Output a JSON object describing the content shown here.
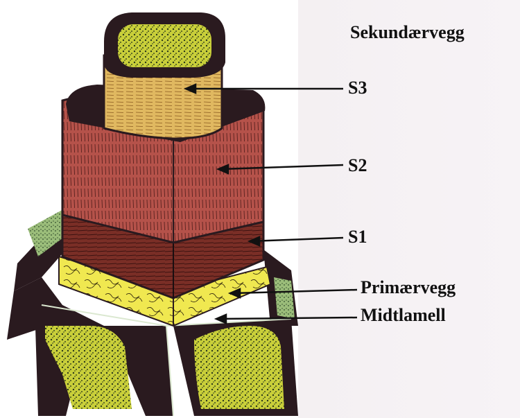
{
  "title": "Sekundærvegg",
  "labels": {
    "s3": "S3",
    "s2": "S2",
    "s1": "S1",
    "primary_wall": "Primærvegg",
    "middle_lamella": "Midtlamell"
  },
  "colors": {
    "cell_wall_dark": "#2a1a1f",
    "lumen_green": "#c9cf3a",
    "s3_tan": "#e0b860",
    "s2_red": "#b5524a",
    "s1_brown": "#7a2e26",
    "primary_yellow": "#f0e850",
    "middle_lamella_green": "#9bbd7a"
  }
}
